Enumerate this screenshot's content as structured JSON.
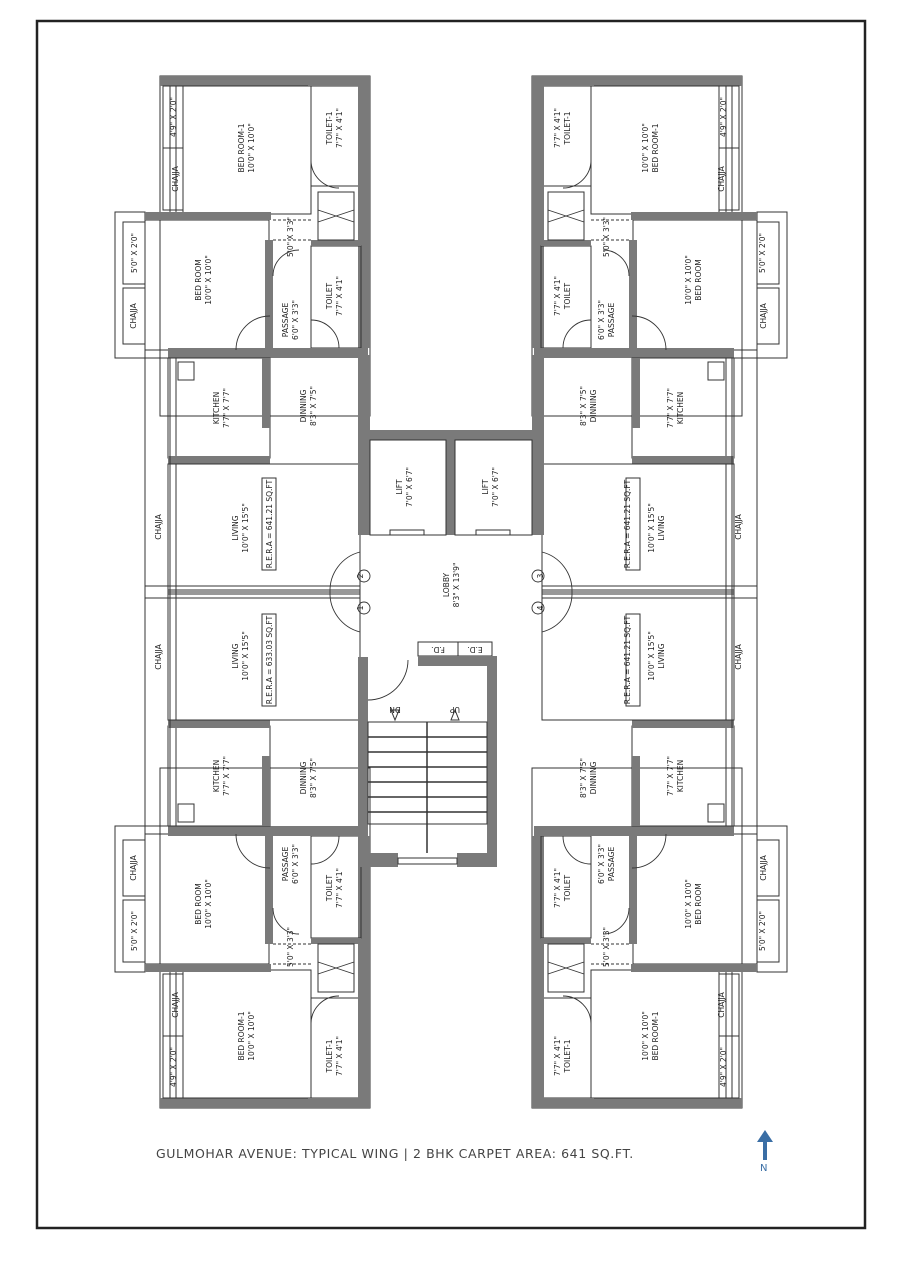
{
  "caption": "GULMOHAR AVENUE: TYPICAL WING | 2 BHK CARPET AREA: 641 SQ.FT.",
  "north_label": "N",
  "lobby": {
    "name": "LOBBY",
    "dim": "8'3\" X 13'9\""
  },
  "lifts": [
    {
      "name": "LIFT",
      "dim": "7'0\" X 6'7\""
    },
    {
      "name": "LIFT",
      "dim": "7'0\" X 6'7\""
    }
  ],
  "stair": {
    "dn": "DN",
    "up": "UP"
  },
  "services": {
    "fd": "F.D.",
    "ed": "E.D."
  },
  "flats": [
    {
      "no": "2",
      "bed1": {
        "name": "BED ROOM-1",
        "dim": "10'0\" X 10'0\""
      },
      "bed": {
        "name": "BED ROOM",
        "dim": "10'0\" X 10'0\""
      },
      "toilet1": {
        "name": "TOILET-1",
        "dim": "7'7\" X 4'1\""
      },
      "toilet": {
        "name": "TOILET",
        "dim": "7'7\" X 4'1\""
      },
      "passage": {
        "name": "PASSAGE",
        "dim": "6'0\" X 3'3\""
      },
      "niche": "5'0\" X 3'3\"",
      "kitchen": {
        "name": "KITCHEN",
        "dim": "7'7\" X 7'7\""
      },
      "dining": {
        "name": "DINNING",
        "dim": "8'3\" X 7'5\""
      },
      "living": {
        "name": "LIVING",
        "dim": "10'0\" X 15'5\""
      },
      "rera": "R.E.R.A = 641.21 SQ.FT",
      "chajja": "CHAJJA",
      "bal1": "4'9\" X 2'0\"",
      "bal2": "5'0\" X 2'0\""
    },
    {
      "no": "3",
      "bed1": {
        "name": "BED ROOM-1",
        "dim": "10'0\" X 10'0\""
      },
      "bed": {
        "name": "BED ROOM",
        "dim": "10'0\" X 10'0\""
      },
      "toilet1": {
        "name": "TOILET-1",
        "dim": "7'7\" X 4'1\""
      },
      "toilet": {
        "name": "TOILET",
        "dim": "7'7\" X 4'1\""
      },
      "passage": {
        "name": "PASSAGE",
        "dim": "6'0\" X 3'3\""
      },
      "niche": "5'0\" X 3'3\"",
      "kitchen": {
        "name": "KITCHEN",
        "dim": "7'7\" X 7'7\""
      },
      "dining": {
        "name": "DINNING",
        "dim": "8'3\" X 7'5\""
      },
      "living": {
        "name": "LIVING",
        "dim": "10'0\" X 15'5\""
      },
      "rera": "R.E.R.A = 641.21 SQ.FT",
      "chajja": "CHAJJA",
      "bal1": "4'9\" X 2'0\"",
      "bal2": "5'0\" X 2'0\""
    },
    {
      "no": "1",
      "bed1": {
        "name": "BED ROOM-1",
        "dim": "10'0\" X 10'0\""
      },
      "bed": {
        "name": "BED ROOM",
        "dim": "10'0\" X 10'0\""
      },
      "toilet1": {
        "name": "TOILET-1",
        "dim": "7'7\" X 4'1\""
      },
      "toilet": {
        "name": "TOILET",
        "dim": "7'7\" X 4'1\""
      },
      "passage": {
        "name": "PASSAGE",
        "dim": "6'0\" X 3'3\""
      },
      "niche": "5'0\" X 3'3\"",
      "kitchen": {
        "name": "KITCHEN",
        "dim": "7'7\" X 7'7\""
      },
      "dining": {
        "name": "DINNING",
        "dim": "8'3\" X 7'5\""
      },
      "living": {
        "name": "LIVING",
        "dim": "10'0\" X 15'5\""
      },
      "rera": "R.E.R.A = 633.03 SQ.FT",
      "chajja": "CHAJJA",
      "bal1": "4'9\" X 2'0\"",
      "bal2": "5'0\" X 2'0\""
    },
    {
      "no": "4",
      "bed1": {
        "name": "BED ROOM-1",
        "dim": "10'0\" X 10'0\""
      },
      "bed": {
        "name": "BED ROOM",
        "dim": "10'0\" X 10'0\""
      },
      "toilet1": {
        "name": "TOILET-1",
        "dim": "7'7\" X 4'1\""
      },
      "toilet": {
        "name": "TOILET",
        "dim": "7'7\" X 4'1\""
      },
      "passage": {
        "name": "PASSAGE",
        "dim": "6'0\" X 3'3\""
      },
      "niche": "5'0\" X 3'3\"",
      "kitchen": {
        "name": "KITCHEN",
        "dim": "7'7\" X 7'7\""
      },
      "dining": {
        "name": "DINNING",
        "dim": "8'3\" X 7'5\""
      },
      "living": {
        "name": "LIVING",
        "dim": "10'0\" X 15'5\""
      },
      "rera": "R.E.R.A = 641.21 SQ.FT",
      "chajja": "CHAJJA",
      "bal1": "4'9\" X 2'0\"",
      "bal2": "5'0\" X 2'0\""
    }
  ],
  "colors": {
    "wall": "#7a7a7a",
    "line": "#333333",
    "north": "#3a6ea5"
  }
}
